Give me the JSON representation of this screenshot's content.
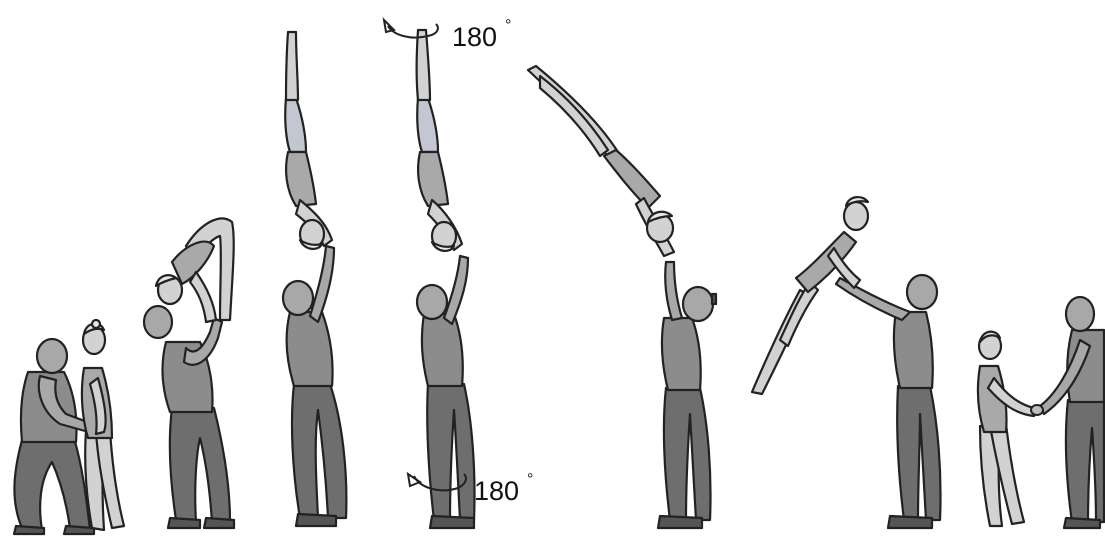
{
  "diagram": {
    "annotations": [
      {
        "text": "180",
        "unit": "°"
      },
      {
        "text": "180",
        "unit": "°"
      }
    ],
    "frames": [
      "start-facing",
      "dip-swing",
      "handstand-on-hands",
      "handstand-turn",
      "tilt-forward",
      "dive-catch",
      "finish-hold-hands"
    ]
  }
}
